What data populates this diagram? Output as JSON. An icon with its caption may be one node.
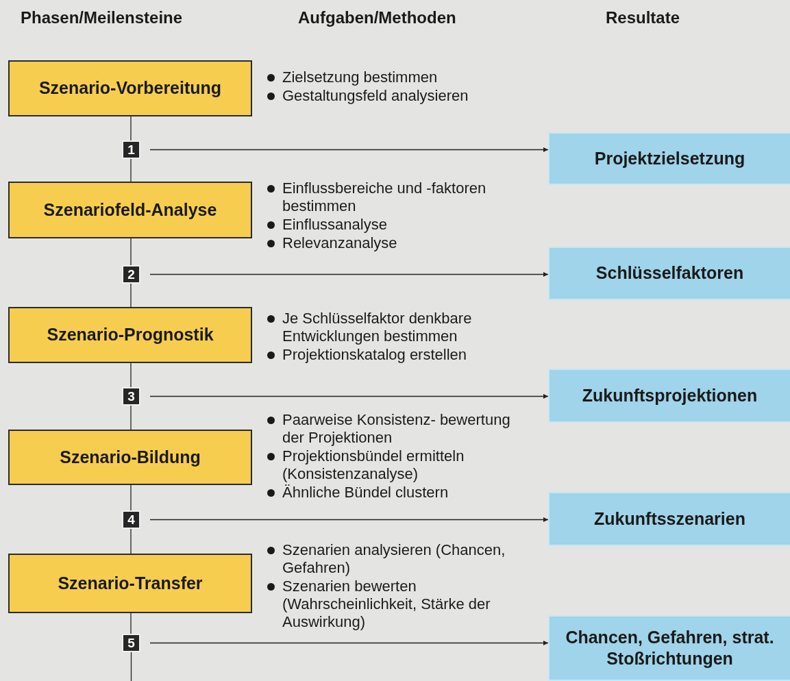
{
  "diagram": {
    "nodes": [
      {
        "text": [
          "Szenario-Vorbereitung"
        ],
        "beside": [
          "Zielsetzung bestimmen",
          "Gestaltungsfeld analysieren"
        ]
      },
      {
        "text": [
          "1"
        ]
      },
      {
        "text": [
          "Projektzielsetzung"
        ]
      },
      {
        "text": [
          "Szenariofeld-Analyse"
        ],
        "beside": [
          "Einflussbereiche und -faktoren bestimmen",
          "Einflussanalyse",
          "Relevanzanalyse"
        ]
      },
      {
        "text": [
          "2"
        ]
      },
      {
        "text": [
          "Schlüsselfaktoren"
        ]
      },
      {
        "text": [
          "Szenario-Prognostik"
        ],
        "beside": [
          "Je Schlüsselfaktor denkbare Entwicklungen bestimmen",
          "Projektionskatalog erstellen"
        ]
      },
      {
        "text": [
          "3"
        ]
      },
      {
        "text": [
          "Zukunftsprojektionen"
        ]
      },
      {
        "text": [
          "Szenario-Bildung"
        ],
        "beside": [
          "Paarweise Konsistenz- bewertung der Projektionen",
          "Projektionsbündel ermitteln (Konsistenzanalyse)",
          "Ähnliche Bündel clustern"
        ]
      },
      {
        "text": [
          "4"
        ]
      },
      {
        "text": [
          "Zukunftsszenarien"
        ]
      },
      {
        "text": [
          "Szenario-Transfer"
        ],
        "beside": [
          "Szenarien analysieren (Chancen, Gefahren)",
          "Szenarien bewerten (Wahrscheinlichkeit, Stärke der Auswirkung)"
        ]
      },
      {
        "text": [
          "5"
        ]
      },
      {
        "text": [
          "Chancen, Gefahren, strat. Stoßrichtungen"
        ]
      }
    ],
    "edges": [
      {
        "from": 0,
        "to": 1,
        "arrow": "none"
      },
      {
        "from": 1,
        "to": 2,
        "arrow": "to"
      },
      {
        "from": 1,
        "to": 3,
        "arrow": "none"
      },
      {
        "from": 3,
        "to": 4,
        "arrow": "none"
      },
      {
        "from": 4,
        "to": 5,
        "arrow": "to"
      },
      {
        "from": 4,
        "to": 6,
        "arrow": "none"
      },
      {
        "from": 6,
        "to": 7,
        "arrow": "none"
      },
      {
        "from": 7,
        "to": 8,
        "arrow": "to"
      },
      {
        "from": 7,
        "to": 9,
        "arrow": "none"
      },
      {
        "from": 9,
        "to": 10,
        "arrow": "none"
      },
      {
        "from": 10,
        "to": 11,
        "arrow": "to"
      },
      {
        "from": 10,
        "to": 12,
        "arrow": "none"
      },
      {
        "from": 12,
        "to": 13,
        "arrow": "none"
      },
      {
        "from": 13,
        "to": 14,
        "arrow": "to"
      },
      {
        "from": 13,
        "to": null,
        "arrow": "none"
      }
    ],
    "labels": [
      "Phasen/Meilensteine",
      "Aufgaben/Methoden",
      "Resultate"
    ]
  }
}
